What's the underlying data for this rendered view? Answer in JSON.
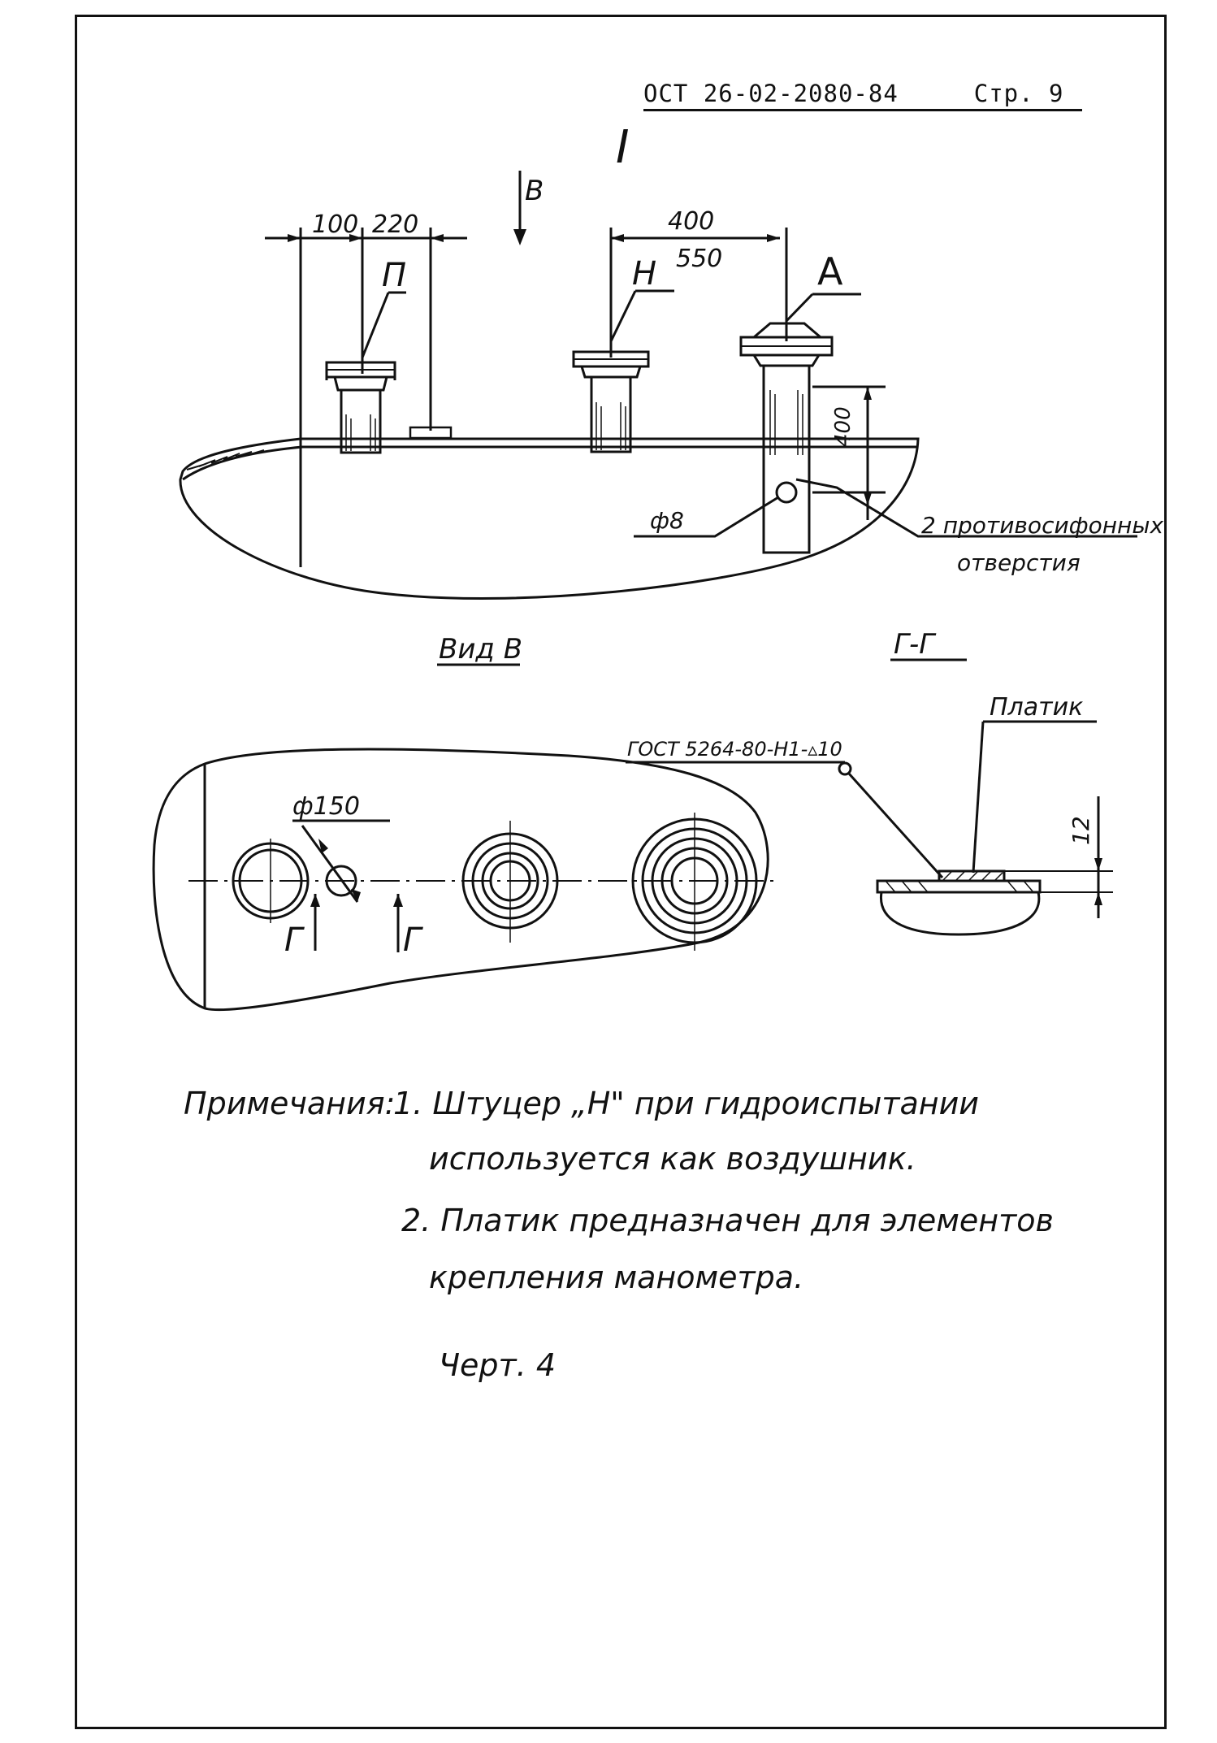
{
  "header": {
    "standard": "ОСТ 26-02-2080-84",
    "page": "Стр. 9"
  },
  "view_roman": "I",
  "arrow_label": "В",
  "dims": {
    "d100": "100",
    "d220": "220",
    "d400": "400",
    "d550": "550",
    "v400": "400",
    "v12": "12",
    "phi8": "ф8",
    "phi150": "ф150"
  },
  "nozzles": {
    "p": "П",
    "n": "Н",
    "a": "А"
  },
  "callouts": {
    "holes_line1": "2 противосифонных",
    "holes_line2": "отверстия",
    "gost": "ГОСТ 5264-80-Н1-▵10",
    "platik": "Платик"
  },
  "section_titles": {
    "view_b": "Вид В",
    "section_gg": "Г-Г"
  },
  "section_marks": {
    "g1": "Г",
    "g2": "Г"
  },
  "notes": {
    "label": "Примечания:",
    "n1_l1": "1. Штуцер „Н\" при гидроиспытании",
    "n1_l2": "используется как воздушник.",
    "n2_l1": "2. Платик предназначен для элементов",
    "n2_l2": "крепления манометра."
  },
  "figure_label": "Черт. 4"
}
